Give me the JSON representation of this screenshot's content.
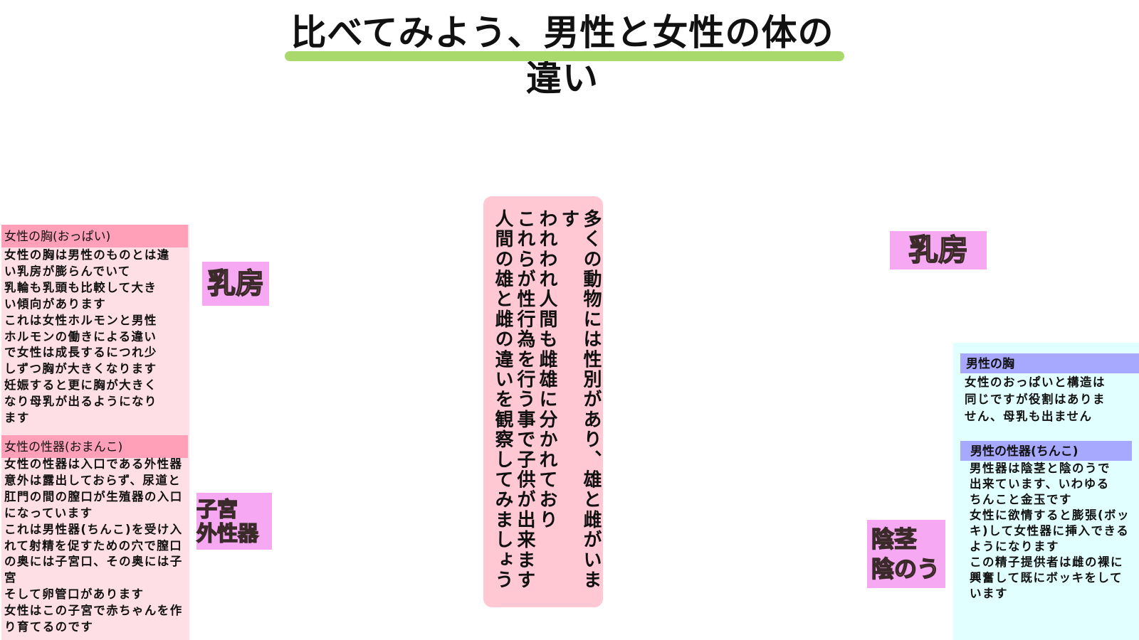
{
  "title": "比べてみよう、男性と女性の体の違い",
  "colors": {
    "underline": "#a8d96a",
    "female_panel": "#ffdfe6",
    "female_header": "#ff9fb8",
    "tag": "#f6a9f2",
    "center_box": "#ffc8d3",
    "male_panel": "#e2ffff",
    "male_header": "#a6a9ff"
  },
  "female": {
    "breast": {
      "heading": "女性の胸(おっぱい)",
      "body": "女性の胸は男性のものとは違\nい乳房が膨らんでいて\n乳輪も乳頭も比較して大き\nい傾向があります\nこれは女性ホルモンと男性\nホルモンの働きによる違い\nで女性は成長するにつれ少\nしずつ胸が大きくなります\n妊娠すると更に胸が大きく\nなり母乳が出るようになり\nます"
    },
    "genital": {
      "heading": "女性の性器(おまんこ)",
      "body": "女性の性器は入口である外性器\n意外は露出しておらず、尿道と\n肛門の間の膣口が生殖器の入口\nになっています\nこれは男性器(ちんこ)を受け入\nれて射精を促すための穴で膣口\nの奥には子宮口、その奥には子宮\nそして卵管口があります\n女性はこの子宮で赤ちゃんを作\nり育てるのです"
    }
  },
  "tags": {
    "female_breast": "乳房",
    "female_genital_line1": "子宮",
    "female_genital_line2": "外性器",
    "male_breast": "乳房",
    "male_genital_line1": "陰茎",
    "male_genital_line2": "陰のう"
  },
  "center": {
    "col1": "多くの動物には性別があり、雄と雌がいます",
    "col2": "われわれ人間も雌雄に分かれており",
    "col3": "これらが性行為を行う事で子供が出来ます",
    "col4": "人間の雄と雌の違いを観察してみましょう"
  },
  "male": {
    "chest": {
      "heading": "男性の胸",
      "body": "女性のおっぱいと構造は\n同じですが役割はありま\nせん、母乳も出ません"
    },
    "genital": {
      "heading": "男性の性器(ちんこ)",
      "body": "男性器は陰茎と陰のうで\n出来ています、いわゆる\nちんこと金玉です\n女性に欲情すると膨張(ボッ\nキ)して女性器に挿入できる\nようになります\nこの精子提供者は雌の裸に\n興奮して既にボッキをして\nいます"
    }
  }
}
